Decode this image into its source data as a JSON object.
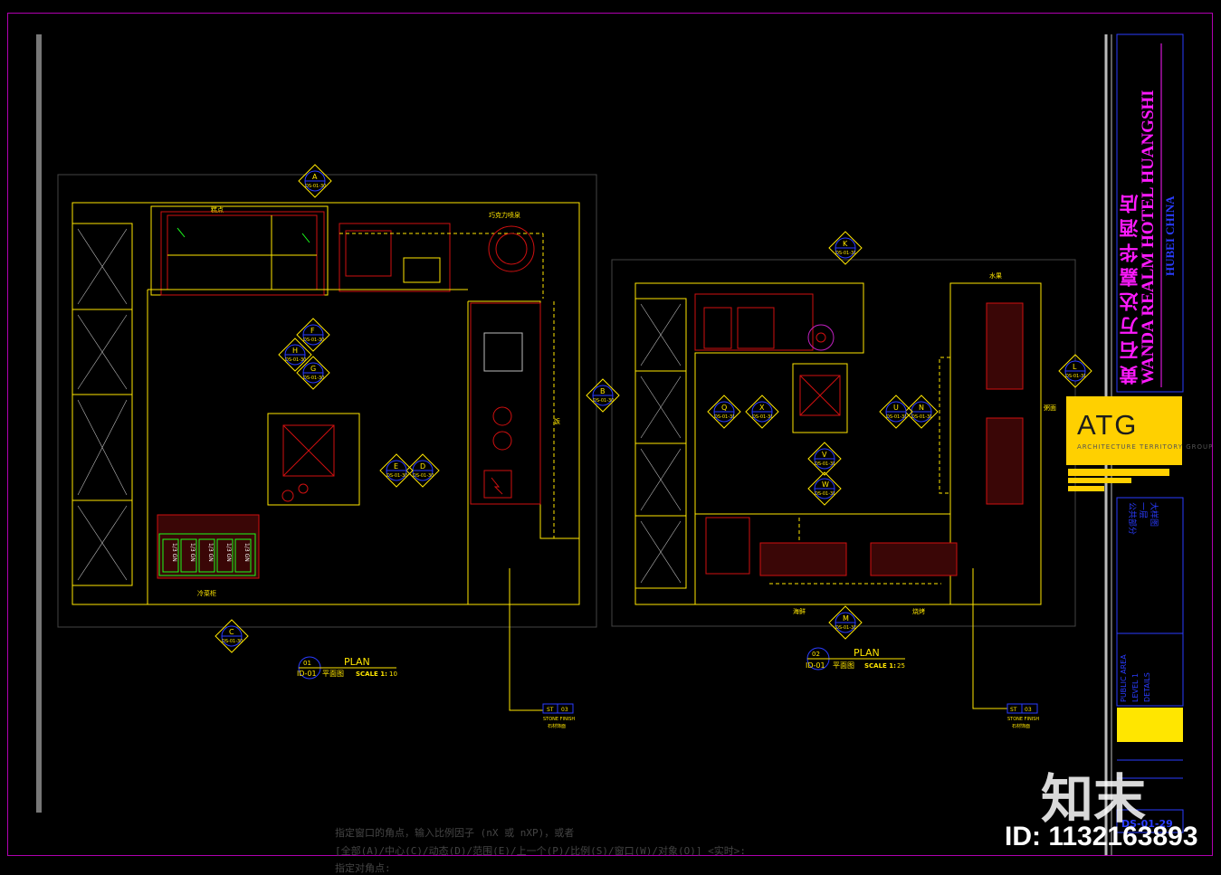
{
  "drawing": {
    "plan1": {
      "num": "01",
      "ref": "ID-01",
      "title": "PLAN",
      "cn_title": "平面图",
      "scale_label": "SCALE 1:",
      "scale_value": "10",
      "labels": {
        "dessert": "糕点",
        "chocolate": "巧克力喷泉",
        "rice": "饭",
        "buffet": "冷菜柜"
      },
      "markers": [
        "A",
        "B",
        "C",
        "D",
        "E",
        "F",
        "G",
        "H"
      ],
      "marker_ref": "DS-01-30",
      "stone_tag": {
        "code1": "ST",
        "code2": "03",
        "en": "STONE FINISH",
        "cn": "石材饰面"
      }
    },
    "plan2": {
      "num": "02",
      "ref": "ID-01",
      "title": "PLAN",
      "cn_title": "平面图",
      "scale_label": "SCALE 1:",
      "scale_value": "25",
      "labels": {
        "fruit": "水果",
        "right": "粥面",
        "b1": "海鲜",
        "b2": "烧烤"
      },
      "markers": [
        "K",
        "L",
        "M",
        "N",
        "Q",
        "U",
        "V",
        "W",
        "X"
      ],
      "marker_ref": "DS-01-31",
      "stone_tag": {
        "code1": "ST",
        "code2": "03",
        "en": "STONE FINISH",
        "cn": "石材饰面"
      }
    },
    "tag_text": "1/3 GN"
  },
  "title_block": {
    "project_cn": "黄石万达嘉华酒店",
    "project_en": "WANDA REALM HOTEL HUANGSHI",
    "location": "HUBEI CHINA",
    "logo": "ATG",
    "logo_sub": "ARCHITECTURE TERRITORY GROUP",
    "area_cn": [
      "公共部分",
      "一层",
      "大样图"
    ],
    "area_en": [
      "PUBLIC AREA",
      "LEVEL 1",
      "DETAILS"
    ],
    "sheet_no": "DS-01-29"
  },
  "command_line": [
    "指定窗口的角点，输入比例因子 (nX 或 nXP)，或者",
    "[全部(A)/中心(C)/动态(D)/范围(E)/上一个(P)/比例(S)/窗口(W)/对象(O)] <实时>:",
    "指定对角点:"
  ],
  "watermark": {
    "brand": "知末",
    "id": "ID: 1132163893"
  },
  "colors": {
    "yellow": "#ffe600",
    "red": "#d01010",
    "magenta": "#ff1aff",
    "blue": "#2a3cff",
    "frame": "#b000b0"
  }
}
